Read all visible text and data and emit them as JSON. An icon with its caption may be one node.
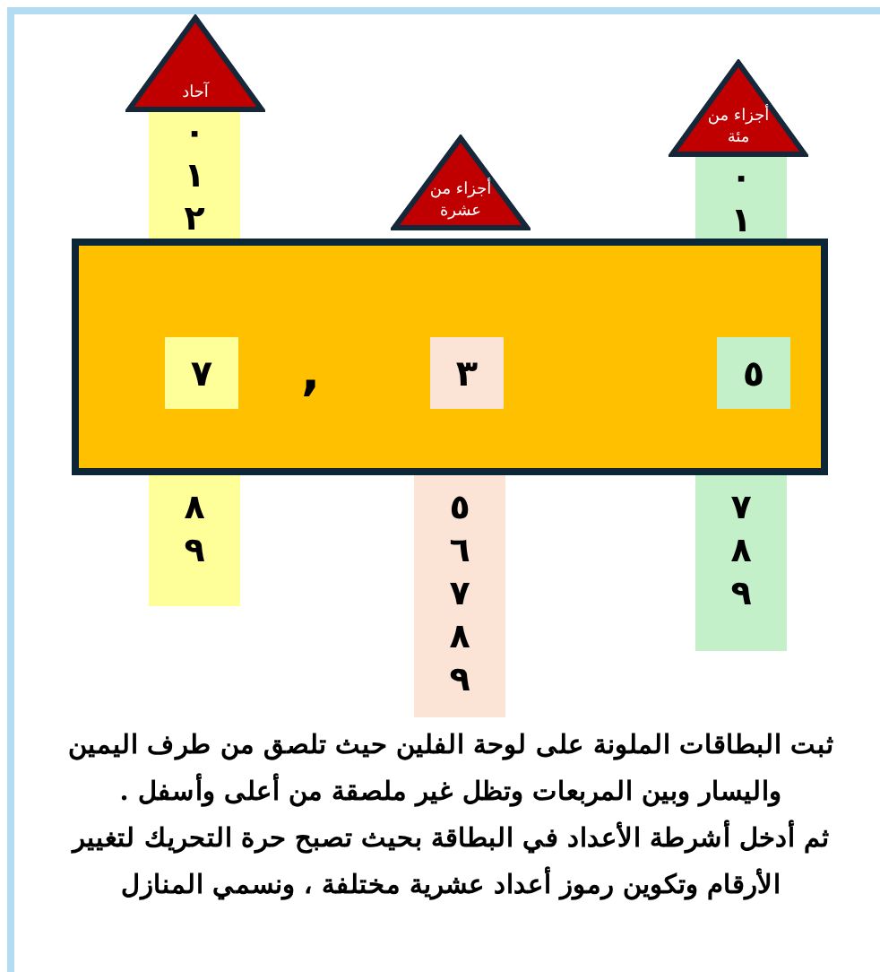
{
  "diagram": {
    "nodes": [
      {
        "text": [
          "آحاد"
        ]
      },
      {
        "text": [
          "أجزاء من عشرة"
        ]
      },
      {
        "text": [
          "أجزاء من مئة"
        ]
      },
      {
        "text": [
          "٠ ١ ٢"
        ]
      },
      {
        "text": [
          "٠ ١"
        ]
      },
      {
        "text": [
          ","
        ]
      },
      {
        "text": [
          "٧"
        ],
        "in": 5
      },
      {
        "text": [
          "٣"
        ],
        "in": 5
      },
      {
        "text": [
          "٥"
        ],
        "in": 5
      },
      {
        "text": [
          "٨ ٩"
        ]
      },
      {
        "text": [
          "٥ ٦ ٧ ٨ ٩"
        ]
      },
      {
        "text": [
          "٧ ٨ ٩"
        ]
      }
    ],
    "labels": [
      "ثبت البطاقات الملونة على لوحة الفلين حيث تلصق من طرف اليمين واليسار وبين المربعات وتظل غير ملصقة من أعلى وأسفل .",
      "ثم أدخل أشرطة الأعداد في البطاقة بحيث تصبح حرة التحريك لتغيير الأرقام وتكوين رموز أعداد عشرية مختلفة ، ونسمي المنازل"
    ]
  }
}
